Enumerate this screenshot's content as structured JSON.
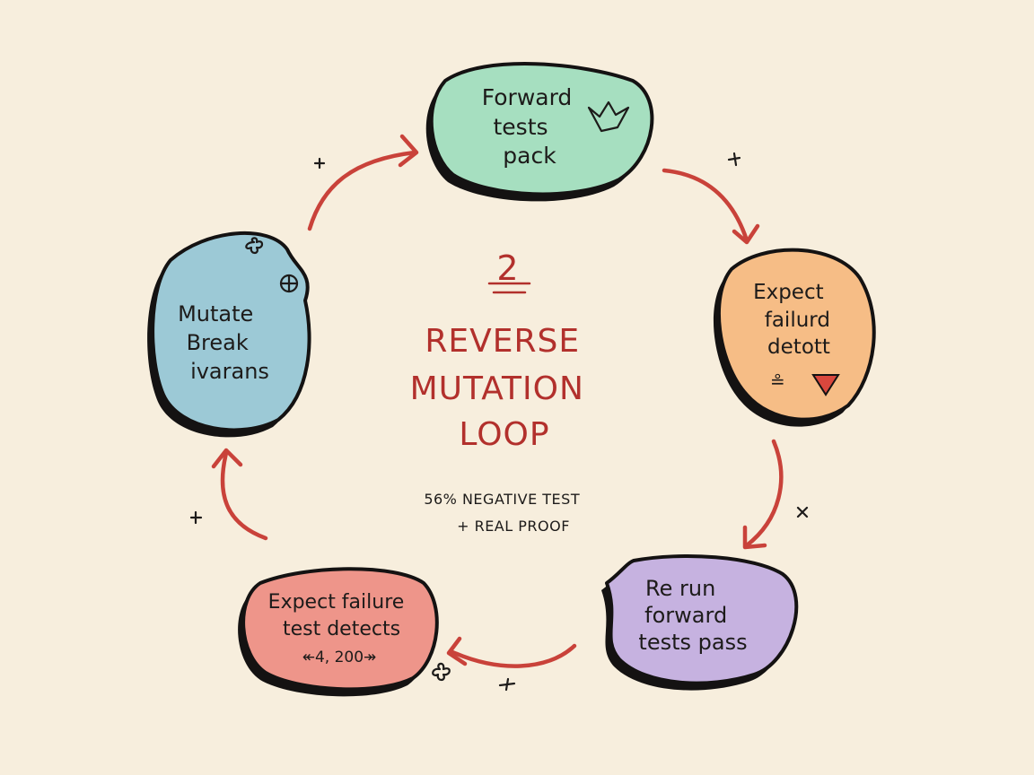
{
  "diagram": {
    "title_lines": [
      "REVERSE",
      "MUTATION",
      "LOOP"
    ],
    "title_glyph": "2",
    "note_lines": [
      "56% NEGATIVE TEST",
      "+ REAL PROOF"
    ],
    "nodes": [
      {
        "id": "forward",
        "lines": [
          "Forward",
          "tests",
          "pack"
        ],
        "color": "#a6dfc0"
      },
      {
        "id": "expect-detect",
        "lines": [
          "Expect",
          "failurd",
          "detott"
        ],
        "extra": "≗",
        "color": "#f6bd86"
      },
      {
        "id": "rerun",
        "lines": [
          "Re run",
          "forward",
          "tests pass"
        ],
        "color": "#c6b2e0"
      },
      {
        "id": "expect-failure",
        "lines": [
          "Expect failure",
          "test detects",
          "↞4, 200↠"
        ],
        "color": "#ee958a"
      },
      {
        "id": "mutate",
        "lines": [
          "Mutate",
          "Break",
          "ivarans"
        ],
        "color": "#9cc9d6"
      }
    ]
  }
}
